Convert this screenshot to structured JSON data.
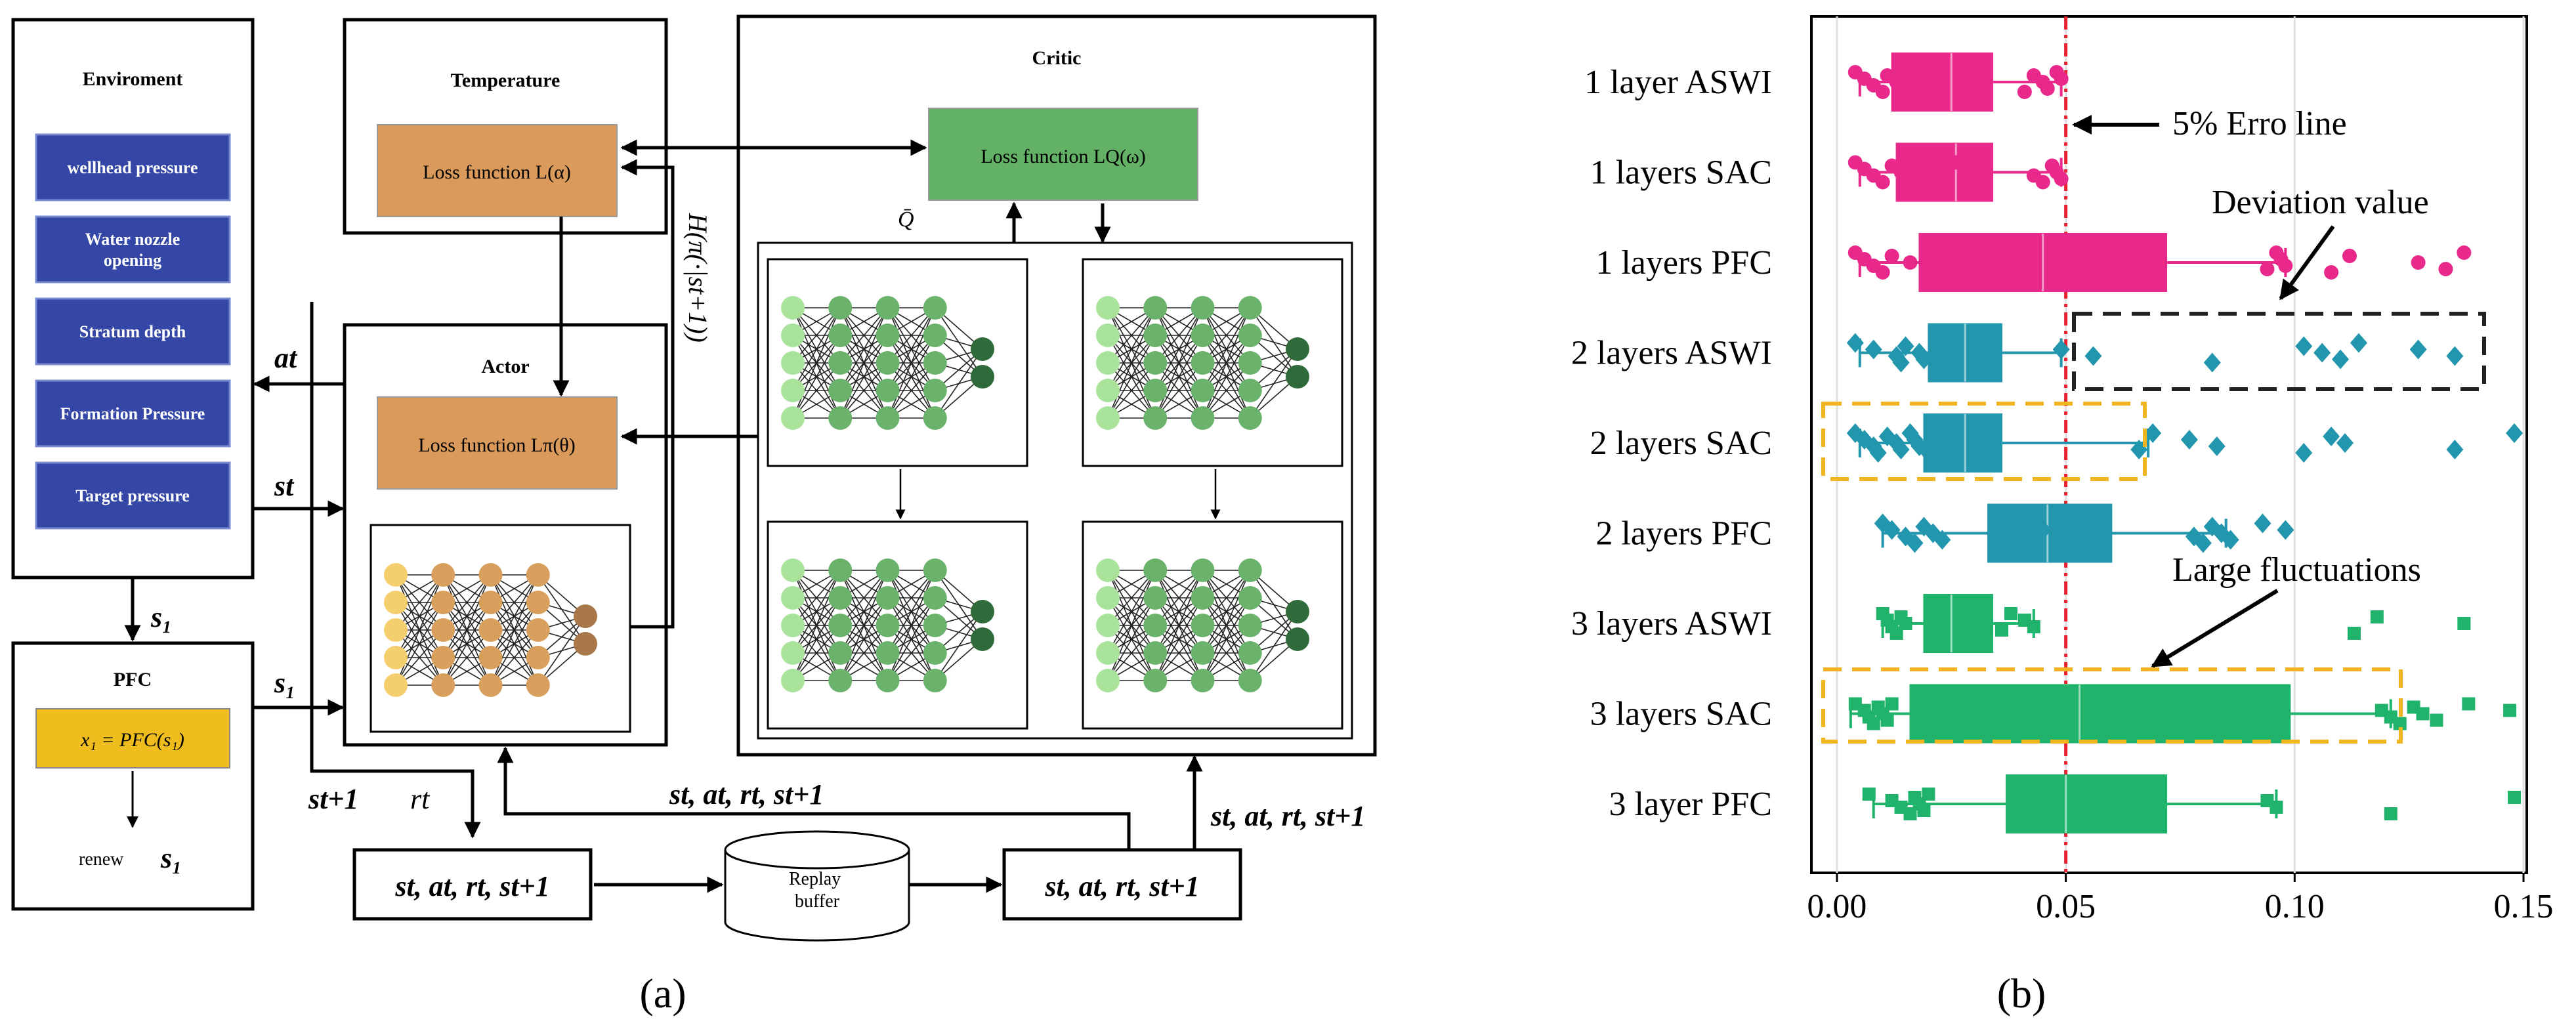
{
  "panel_a": {
    "caption": "(a)",
    "environment": {
      "title": "Enviroment",
      "items": [
        "wellhead pressure",
        "Water nozzle opening",
        "Stratum depth",
        "Formation Pressure",
        "Target pressure"
      ]
    },
    "pfc": {
      "title": "PFC",
      "formula": "x₁ = PFC(s₁)",
      "renew": "renew",
      "renew_var": "s₁"
    },
    "temperature": {
      "title": "Temperature",
      "loss": "Loss function L(α)"
    },
    "actor": {
      "title": "Actor",
      "loss": "Loss function Lπ(θ)"
    },
    "critic": {
      "title": "Critic",
      "loss": "Loss function LQ(ω)",
      "qbar": "Q̄"
    },
    "entropy_label": "H(π(·|st+1))",
    "signals": {
      "at": "at",
      "st": "st",
      "s1_down": "s₁",
      "s1_right": "s₁",
      "st1": "st+1",
      "rt": "rt"
    },
    "replay": {
      "buffer_label": "Replay buffer",
      "tuple_left": "st, at, rt, st+1",
      "tuple_right": "st, at, rt, st+1",
      "tuple_to_actor": "st, at, rt, st+1",
      "tuple_to_critic": "st, at, rt, st+1"
    },
    "colors": {
      "env_box": "#3446a6",
      "loss_orange": "#d99a5b",
      "loss_green": "#63b166",
      "pfc_yellow": "#f0bd1e",
      "nn_yellow": "#f5ce6e",
      "nn_orange": "#d9a05d",
      "nn_brown": "#a8774a",
      "nn_light_green": "#a9e39b",
      "nn_mid_green": "#6bb26d",
      "nn_dark_green": "#2f6b3a"
    }
  },
  "panel_b": {
    "caption": "(b)",
    "annotations": {
      "error_line": "5% Erro line",
      "deviation": "Deviation value",
      "fluctuations": "Large fluctuations"
    }
  },
  "chart_data": {
    "type": "box",
    "orientation": "horizontal",
    "categories": [
      "1 layer ASWI",
      "1 layers SAC",
      "1 layers PFC",
      "2 layers ASWI",
      "2 layers  SAC",
      "2 layers PFC",
      "3 layers ASWI",
      "3 layers SAC",
      "3 layer PFC"
    ],
    "x_ticks": [
      "0.00",
      "0.05",
      "0.10",
      "0.15"
    ],
    "xlim": [
      -0.003,
      0.15
    ],
    "reference_line": 0.05,
    "grid": "vertical",
    "series_colors": [
      "#e8288b",
      "#e8288b",
      "#e8288b",
      "#2196ad",
      "#2196ad",
      "#2196ad",
      "#1fb36b",
      "#1fb36b",
      "#1fb36b"
    ],
    "boxes": [
      {
        "whislo": 0.005,
        "q1": 0.012,
        "med": 0.025,
        "q3": 0.034,
        "whishi": 0.049
      },
      {
        "whislo": 0.005,
        "q1": 0.013,
        "med": 0.026,
        "q3": 0.034,
        "whishi": 0.049
      },
      {
        "whislo": 0.005,
        "q1": 0.018,
        "med": 0.045,
        "q3": 0.072,
        "whishi": 0.098
      },
      {
        "whislo": 0.005,
        "q1": 0.02,
        "med": 0.028,
        "q3": 0.036,
        "whishi": 0.049
      },
      {
        "whislo": 0.005,
        "q1": 0.019,
        "med": 0.028,
        "q3": 0.036,
        "whishi": 0.068
      },
      {
        "whislo": 0.01,
        "q1": 0.033,
        "med": 0.046,
        "q3": 0.06,
        "whishi": 0.085
      },
      {
        "whislo": 0.01,
        "q1": 0.019,
        "med": 0.025,
        "q3": 0.034,
        "whishi": 0.043
      },
      {
        "whislo": 0.003,
        "q1": 0.016,
        "med": 0.053,
        "q3": 0.099,
        "whishi": 0.121
      },
      {
        "whislo": 0.008,
        "q1": 0.037,
        "med": 0.05,
        "q3": 0.072,
        "whishi": 0.096
      }
    ],
    "points": [
      [
        0.004,
        0.006,
        0.008,
        0.01,
        0.011,
        0.013,
        0.016,
        0.018,
        0.02,
        0.023,
        0.041,
        0.043,
        0.045,
        0.046,
        0.048,
        0.049
      ],
      [
        0.004,
        0.006,
        0.008,
        0.01,
        0.012,
        0.014,
        0.018,
        0.026,
        0.032,
        0.043,
        0.045,
        0.047,
        0.048,
        0.049
      ],
      [
        0.004,
        0.006,
        0.008,
        0.01,
        0.012,
        0.016,
        0.094,
        0.096,
        0.097,
        0.098,
        0.108,
        0.112,
        0.127,
        0.133,
        0.137
      ],
      [
        0.004,
        0.008,
        0.013,
        0.014,
        0.015,
        0.018,
        0.019,
        0.022,
        0.049,
        0.056,
        0.082,
        0.102,
        0.106,
        0.11,
        0.114,
        0.127,
        0.135
      ],
      [
        0.004,
        0.006,
        0.008,
        0.009,
        0.011,
        0.013,
        0.014,
        0.016,
        0.017,
        0.018,
        0.02,
        0.022,
        0.024,
        0.066,
        0.069,
        0.077,
        0.083,
        0.102,
        0.108,
        0.111,
        0.135,
        0.148
      ],
      [
        0.01,
        0.012,
        0.015,
        0.017,
        0.019,
        0.021,
        0.023,
        0.038,
        0.045,
        0.078,
        0.08,
        0.082,
        0.084,
        0.086,
        0.093,
        0.098
      ],
      [
        0.01,
        0.011,
        0.012,
        0.013,
        0.014,
        0.015,
        0.036,
        0.038,
        0.041,
        0.043,
        0.113,
        0.118,
        0.137
      ],
      [
        0.004,
        0.006,
        0.007,
        0.008,
        0.009,
        0.01,
        0.011,
        0.012,
        0.119,
        0.121,
        0.123,
        0.126,
        0.128,
        0.131,
        0.138,
        0.147
      ],
      [
        0.007,
        0.012,
        0.014,
        0.016,
        0.017,
        0.018,
        0.019,
        0.02,
        0.094,
        0.096,
        0.121,
        0.148
      ]
    ]
  }
}
